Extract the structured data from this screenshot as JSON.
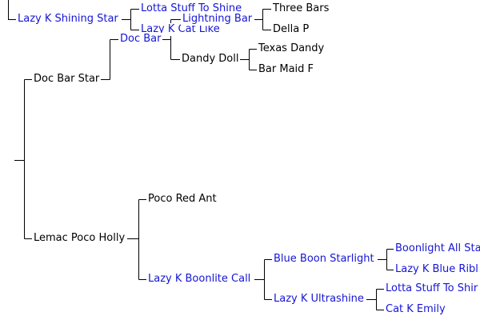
{
  "colors": {
    "link": "#1515d6",
    "text": "#000000",
    "line": "#000000"
  },
  "pedigree": {
    "top_partial": {
      "sire": "Lazy K Shining Star",
      "sire_sire": "Lotta Stuff To Shine",
      "sire_dam": "Lazy K Cat Like"
    },
    "sire": {
      "name": "Doc Bar Star",
      "sire": {
        "name": "Doc Bar",
        "sire": {
          "name": "Lightning Bar",
          "sire": "Three Bars",
          "dam": "Della P"
        },
        "dam": {
          "name": "Dandy Doll",
          "sire": "Texas Dandy",
          "dam": "Bar Maid F"
        }
      }
    },
    "dam": {
      "name": "Lemac Poco Holly",
      "sire": "Poco Red Ant",
      "dam": {
        "name": "Lazy K Boonlite Call",
        "sire": {
          "name": "Blue Boon Starlight",
          "sire": "Boonlight All Sta",
          "dam": "Lazy K Blue Ribl"
        },
        "dam": {
          "name": "Lazy K Ultrashine",
          "sire": "Lotta Stuff To Shir",
          "dam": "Cat K Emily"
        }
      }
    }
  }
}
